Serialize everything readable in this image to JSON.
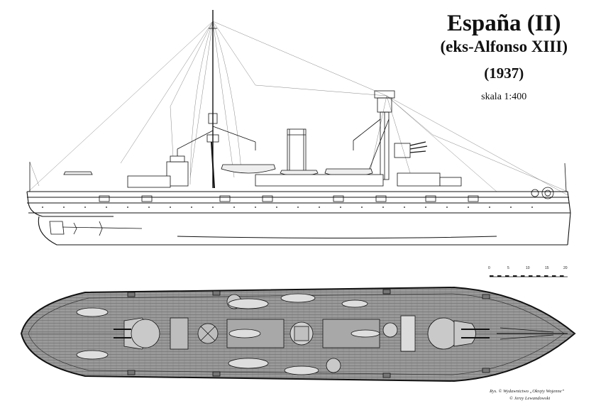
{
  "title": {
    "name": "España (II)",
    "former_name": "(eks-Alfonso XIII)",
    "year": "(1937)",
    "scale": "skala 1:400"
  },
  "scale_bar": {
    "labels": [
      "0",
      "5",
      "10",
      "15",
      "20"
    ]
  },
  "credits": {
    "line1": "Rys. © Wydawnictwo „Okręty Wojenne”",
    "line2": "© Jerzy Lewandowski"
  },
  "colors": {
    "ink": "#111111",
    "deck": "#8e8e8e",
    "deck_dark": "#5c5c5c",
    "boat": "#c9c9c9",
    "paper": "#ffffff"
  }
}
